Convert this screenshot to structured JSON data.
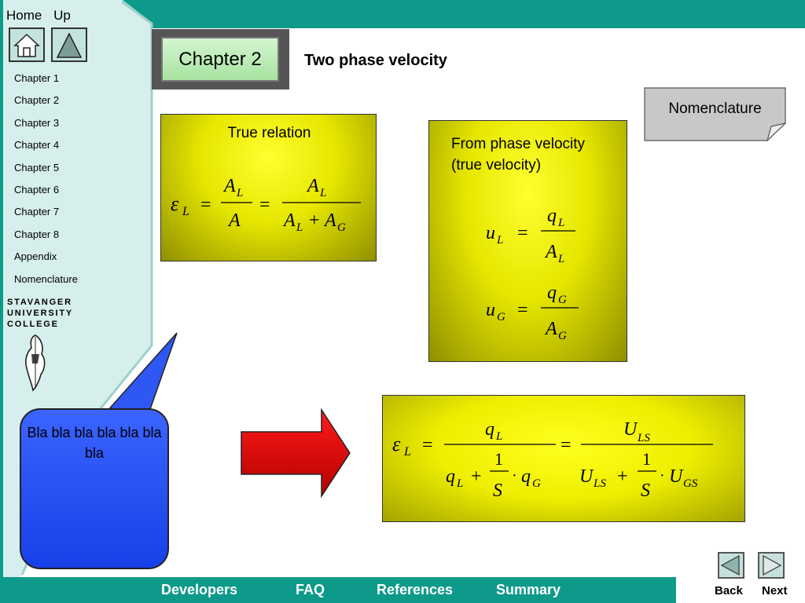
{
  "header": {
    "home_label": "Home",
    "up_label": "Up"
  },
  "sidebar": {
    "items": [
      {
        "label": "Chapter 1"
      },
      {
        "label": "Chapter 2"
      },
      {
        "label": "Chapter 3"
      },
      {
        "label": "Chapter 4"
      },
      {
        "label": "Chapter 5"
      },
      {
        "label": "Chapter 6"
      },
      {
        "label": "Chapter 7"
      },
      {
        "label": "Chapter 8"
      },
      {
        "label": "Appendix"
      },
      {
        "label": "Nomenclature"
      }
    ],
    "college_line1": "STAVANGER",
    "college_line2": "UNIVERSITY",
    "college_line3": "COLLEGE"
  },
  "main": {
    "chapter_badge": "Chapter 2",
    "title": "Two phase velocity",
    "nomenclature_button": "Nomenclature",
    "box1_label": "True relation",
    "box2_label_line1": "From phase velocity",
    "box2_label_line2": "(true velocity)",
    "callout_text": "Bla bla bla bla bla bla bla"
  },
  "footer": {
    "links": [
      "Developers",
      "FAQ",
      "References",
      "Summary"
    ],
    "back_label": "Back",
    "next_label": "Next"
  },
  "colors": {
    "frame": "#0e9a8a",
    "sidebar": "#d6efec",
    "box_yellow": "#e6e600",
    "callout_blue": "#2a52f0",
    "arrow_red": "#e00000"
  },
  "icons": [
    "home-icon",
    "up-triangle-icon",
    "back-arrow-icon",
    "next-arrow-icon",
    "red-right-arrow-icon",
    "college-logo-icon"
  ]
}
